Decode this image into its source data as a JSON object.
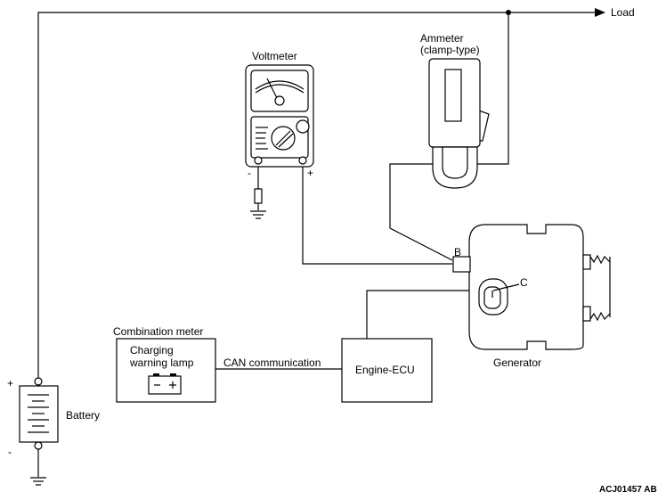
{
  "labels": {
    "load": "Load",
    "voltmeter": "Voltmeter",
    "ammeter_line1": "Ammeter",
    "ammeter_line2": "(clamp-type)",
    "terminal_b": "B",
    "terminal_c": "C",
    "generator": "Generator",
    "combination_meter": "Combination meter",
    "charging_line1": "Charging",
    "charging_line2": "warning lamp",
    "can_communication": "CAN communication",
    "engine_ecu": "Engine-ECU",
    "battery": "Battery",
    "voltmeter_minus": "-",
    "voltmeter_plus": "+",
    "battery_plus": "+",
    "battery_minus": "-",
    "lamp_minus": "-",
    "lamp_plus": "+",
    "figure_code": "ACJ01457 AB"
  }
}
